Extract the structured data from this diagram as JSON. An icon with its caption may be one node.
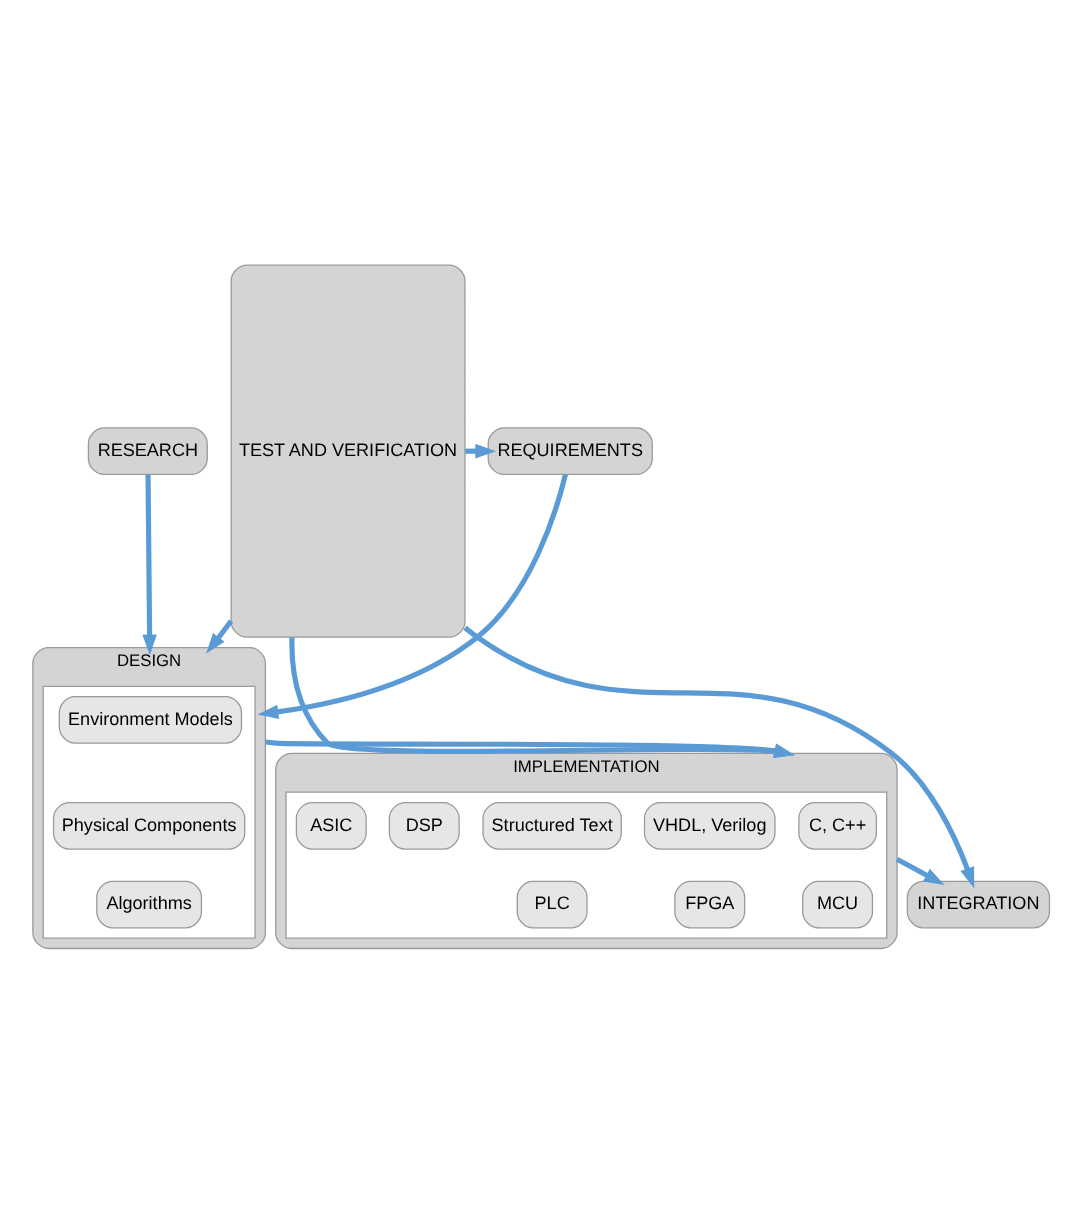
{
  "diagram": {
    "nodes": [
      {
        "text": [
          "RESEARCH"
        ]
      },
      {
        "text": [
          "REQUIREMENTS"
        ]
      },
      {
        "text": [
          "DESIGN"
        ]
      },
      {
        "text": [],
        "shape": "box",
        "in": 2
      },
      {
        "text": [
          "Environment Models"
        ],
        "in": 3
      },
      {
        "text": [
          "Physical Components"
        ],
        "in": 3
      },
      {
        "text": [
          "Algorithms"
        ],
        "in": 3
      },
      {
        "text": [
          "IMPLEMENTATION"
        ]
      },
      {
        "text": [],
        "shape": "box",
        "in": 7
      },
      {
        "text": [
          "C, C++"
        ],
        "in": 8
      },
      {
        "text": [
          "VHDL, Verilog"
        ],
        "in": 8
      },
      {
        "text": [
          "Structured Text"
        ],
        "in": 8
      },
      {
        "text": [
          "MCU"
        ],
        "in": 8
      },
      {
        "text": [
          "DSP"
        ],
        "in": 8
      },
      {
        "text": [
          "FPGA"
        ],
        "in": 8
      },
      {
        "text": [
          "ASIC"
        ],
        "in": 8
      },
      {
        "text": [
          "PLC"
        ],
        "in": 8
      },
      {
        "text": [
          "INTEGRATION"
        ]
      },
      {
        "text": [
          "TEST AND VERIFICATION"
        ]
      }
    ],
    "edges": [
      {
        "from": 0,
        "to": 2,
        "arrow": "to"
      },
      {
        "from": 1,
        "to": 2,
        "arrow": "to"
      },
      {
        "from": 2,
        "to": 7,
        "arrow": "to"
      },
      {
        "from": 7,
        "to": 17,
        "arrow": "to"
      },
      {
        "from": 18,
        "to": 1,
        "arrow": "to"
      },
      {
        "from": 18,
        "to": 2,
        "arrow": "to"
      },
      {
        "from": 18,
        "to": 7,
        "arrow": "to"
      },
      {
        "from": 18,
        "to": 17,
        "arrow": "to"
      }
    ]
  }
}
